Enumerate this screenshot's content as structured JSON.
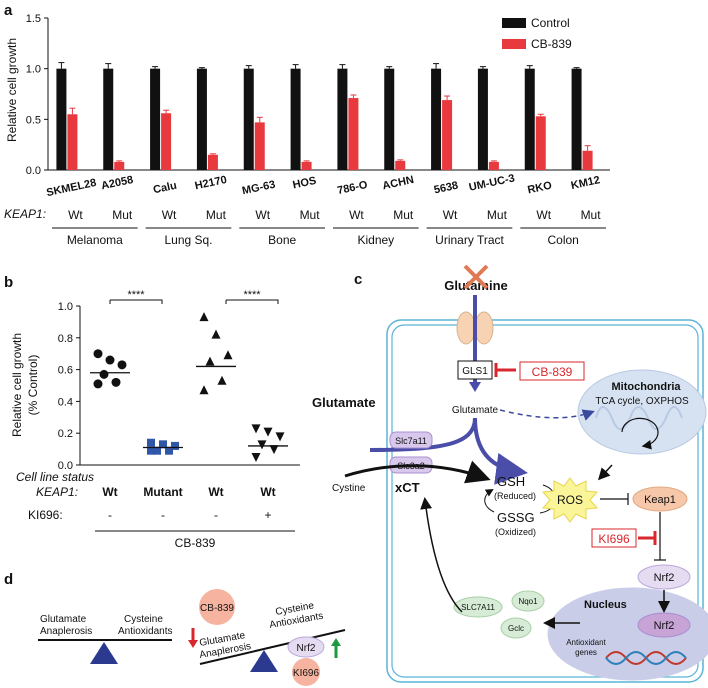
{
  "panels": {
    "a": "a",
    "b": "b",
    "c": "c",
    "d": "d"
  },
  "panel_a": {
    "chart_data": {
      "type": "bar",
      "ylabel": "Relative cell growth",
      "ylim": [
        0,
        1.5
      ],
      "yticks": [
        "0.0",
        "0.5",
        "1.0",
        "1.5"
      ],
      "categories": [
        "SKMEL28",
        "A2058",
        "Calu",
        "H2170",
        "MG-63",
        "HOS",
        "786-O",
        "ACHN",
        "5638",
        "UM-UC-3",
        "RKO",
        "KM12"
      ],
      "series": [
        {
          "name": "Control",
          "color": "#111111",
          "values": [
            1.0,
            1.0,
            1.0,
            1.0,
            1.0,
            1.0,
            1.0,
            1.0,
            1.0,
            1.0,
            1.0,
            1.0
          ],
          "errors": [
            0.06,
            0.05,
            0.02,
            0.01,
            0.03,
            0.04,
            0.04,
            0.02,
            0.05,
            0.02,
            0.03,
            0.01
          ]
        },
        {
          "name": "CB-839",
          "color": "#e8393f",
          "values": [
            0.55,
            0.08,
            0.56,
            0.15,
            0.47,
            0.08,
            0.71,
            0.09,
            0.69,
            0.08,
            0.53,
            0.19
          ],
          "errors": [
            0.06,
            0.01,
            0.03,
            0.01,
            0.05,
            0.01,
            0.03,
            0.01,
            0.04,
            0.01,
            0.02,
            0.05
          ]
        }
      ],
      "legend": "top-right"
    },
    "keap1_label": "KEAP1:",
    "keap1_status": [
      "Wt",
      "Mut",
      "Wt",
      "Mut",
      "Wt",
      "Mut",
      "Wt",
      "Mut",
      "Wt",
      "Mut",
      "Wt",
      "Mut"
    ],
    "groups": [
      "Melanoma",
      "Lung  Sq.",
      "Bone",
      "Kidney",
      "Urinary Tract",
      "Colon"
    ]
  },
  "panel_b": {
    "chart_data": {
      "type": "scatter",
      "ylabel_line1": "Relative cell growth",
      "ylabel_line2": "(% Control)",
      "ylim": [
        0,
        1.0
      ],
      "yticks": [
        "0.0",
        "0.2",
        "0.4",
        "0.6",
        "0.8",
        "1.0"
      ],
      "groups": [
        {
          "keap1": "Wt",
          "ki696": "-",
          "marker": "circle",
          "color": "#111111",
          "mean": 0.58,
          "points": [
            0.7,
            0.66,
            0.63,
            0.57,
            0.52,
            0.51
          ]
        },
        {
          "keap1": "Mutant",
          "ki696": "-",
          "marker": "square",
          "color": "#2f56a8",
          "mean": 0.11,
          "points": [
            0.14,
            0.13,
            0.12,
            0.09,
            0.09,
            0.09
          ]
        },
        {
          "keap1": "Wt",
          "ki696": "-",
          "marker": "triangle-up",
          "color": "#111111",
          "mean": 0.62,
          "points": [
            0.93,
            0.82,
            0.69,
            0.65,
            0.53,
            0.47
          ]
        },
        {
          "keap1": "Wt",
          "ki696": "+",
          "marker": "triangle-down",
          "color": "#111111",
          "mean": 0.12,
          "points": [
            0.23,
            0.21,
            0.18,
            0.13,
            0.1,
            0.05
          ]
        }
      ],
      "significance": [
        "****",
        "****"
      ]
    },
    "status_label": "Cell line status",
    "keap1_label": "KEAP1:",
    "ki696_label": "KI696:",
    "treatment_label": "CB-839"
  },
  "panel_c": {
    "glutamine": "Glutamine",
    "gls1": "GLS1",
    "cb839": "CB-839",
    "glutamate_inside": "Glutamate",
    "glutamate_outside": "Glutamate",
    "mito_title": "Mitochondria",
    "mito_sub": "TCA cycle, OXPHOS",
    "slc7a11": "Slc7a11",
    "slc3a2": "Slc3a2",
    "cystine": "Cystine",
    "xct": "xCT",
    "gsh": "GSH",
    "gsh_sub": "(Reduced)",
    "gssg": "GSSG",
    "gssg_sub": "(Oxidized)",
    "ros": "ROS",
    "keap1": "Keap1",
    "ki696": "KI696",
    "nrf2_cyto": "Nrf2",
    "nucleus": "Nucleus",
    "nrf2_nuc": "Nrf2",
    "antioxidant_genes": "Antioxidant genes",
    "targets": [
      "SLC7A11",
      "Nqo1",
      "Gclc"
    ]
  },
  "panel_d": {
    "left_top_left": "Glutamate",
    "left_bottom_left": "Anaplerosis",
    "left_top_right": "Cysteine",
    "left_bottom_right": "Antioxidants",
    "cb839": "CB-839",
    "right_glu_1": "Glutamate",
    "right_glu_2": "Anaplerosis",
    "right_cys_1": "Cysteine",
    "right_cys_2": "Antioxidants",
    "nrf2": "Nrf2",
    "ki696": "KI696"
  }
}
